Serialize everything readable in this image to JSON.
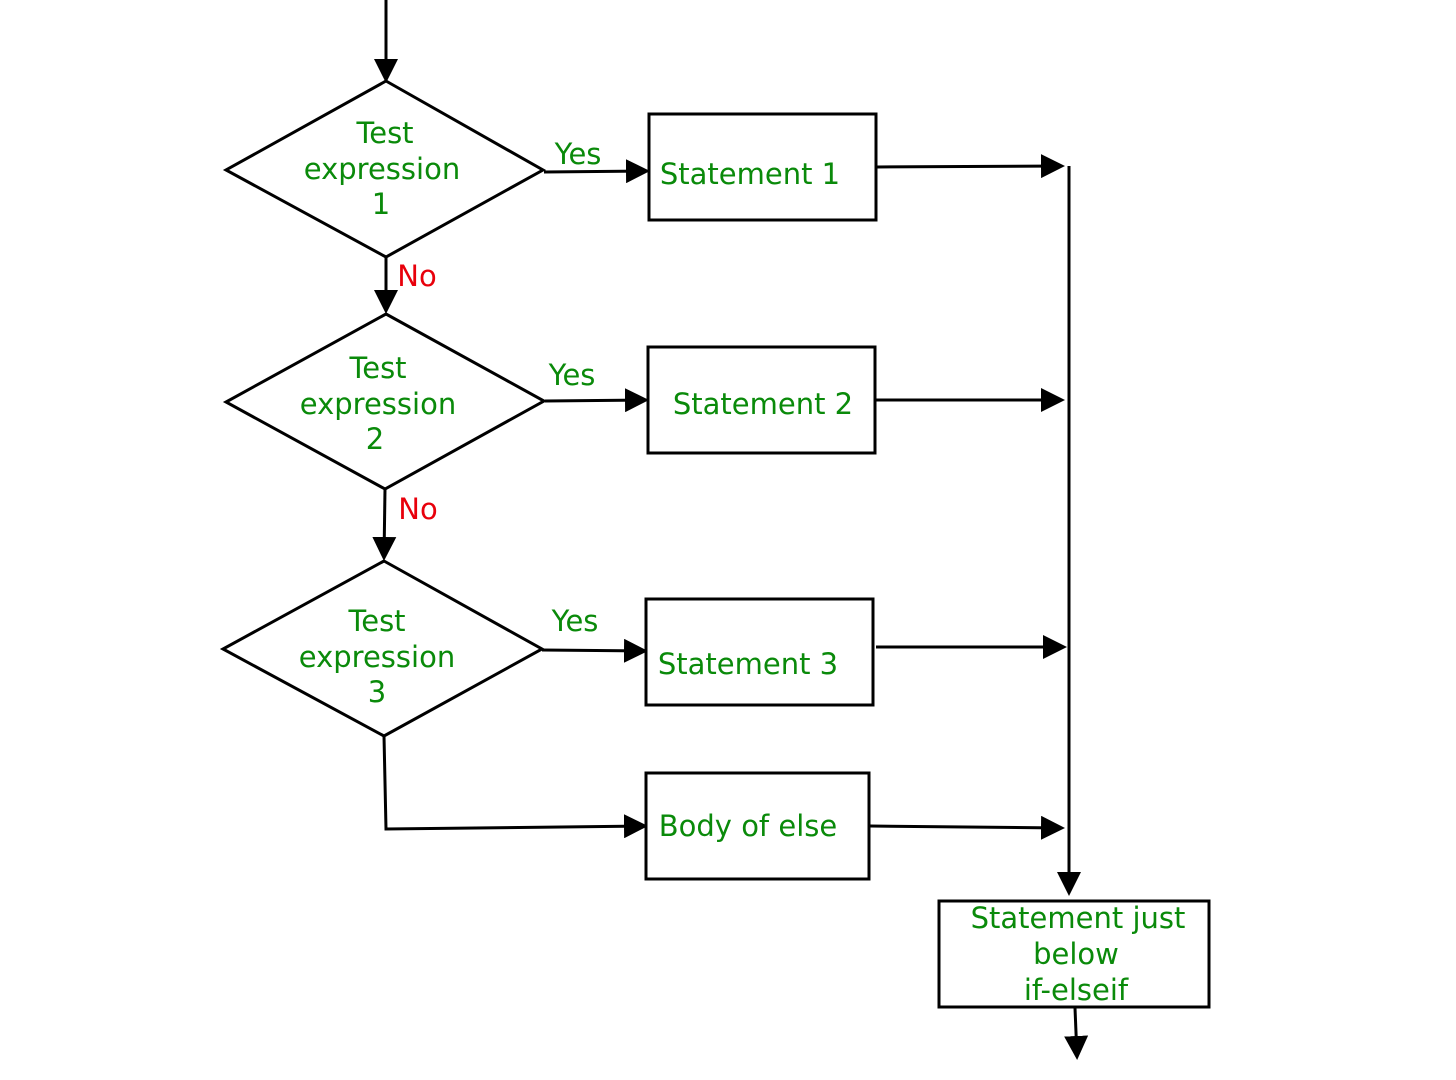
{
  "colors": {
    "node_text": "#0a8a0a",
    "yes_label": "#0a8a0a",
    "no_label": "#e8000b",
    "stroke": "#000000",
    "background": "#ffffff"
  },
  "nodes": {
    "test1": {
      "line1": "Test",
      "line2": "expression",
      "line3": "1"
    },
    "test2": {
      "line1": "Test",
      "line2": "expression",
      "line3": "2"
    },
    "test3": {
      "line1": "Test",
      "line2": "expression",
      "line3": "3"
    },
    "statement1": {
      "label": "Statement 1"
    },
    "statement2": {
      "label": "Statement 2"
    },
    "statement3": {
      "label": "Statement 3"
    },
    "else_body": {
      "label": "Body of else"
    },
    "after": {
      "line1": "Statement just",
      "line2": "below",
      "line3": "if-elseif"
    }
  },
  "edges": {
    "yes1": "Yes",
    "yes2": "Yes",
    "yes3": "Yes",
    "no1": "No",
    "no2": "No"
  }
}
